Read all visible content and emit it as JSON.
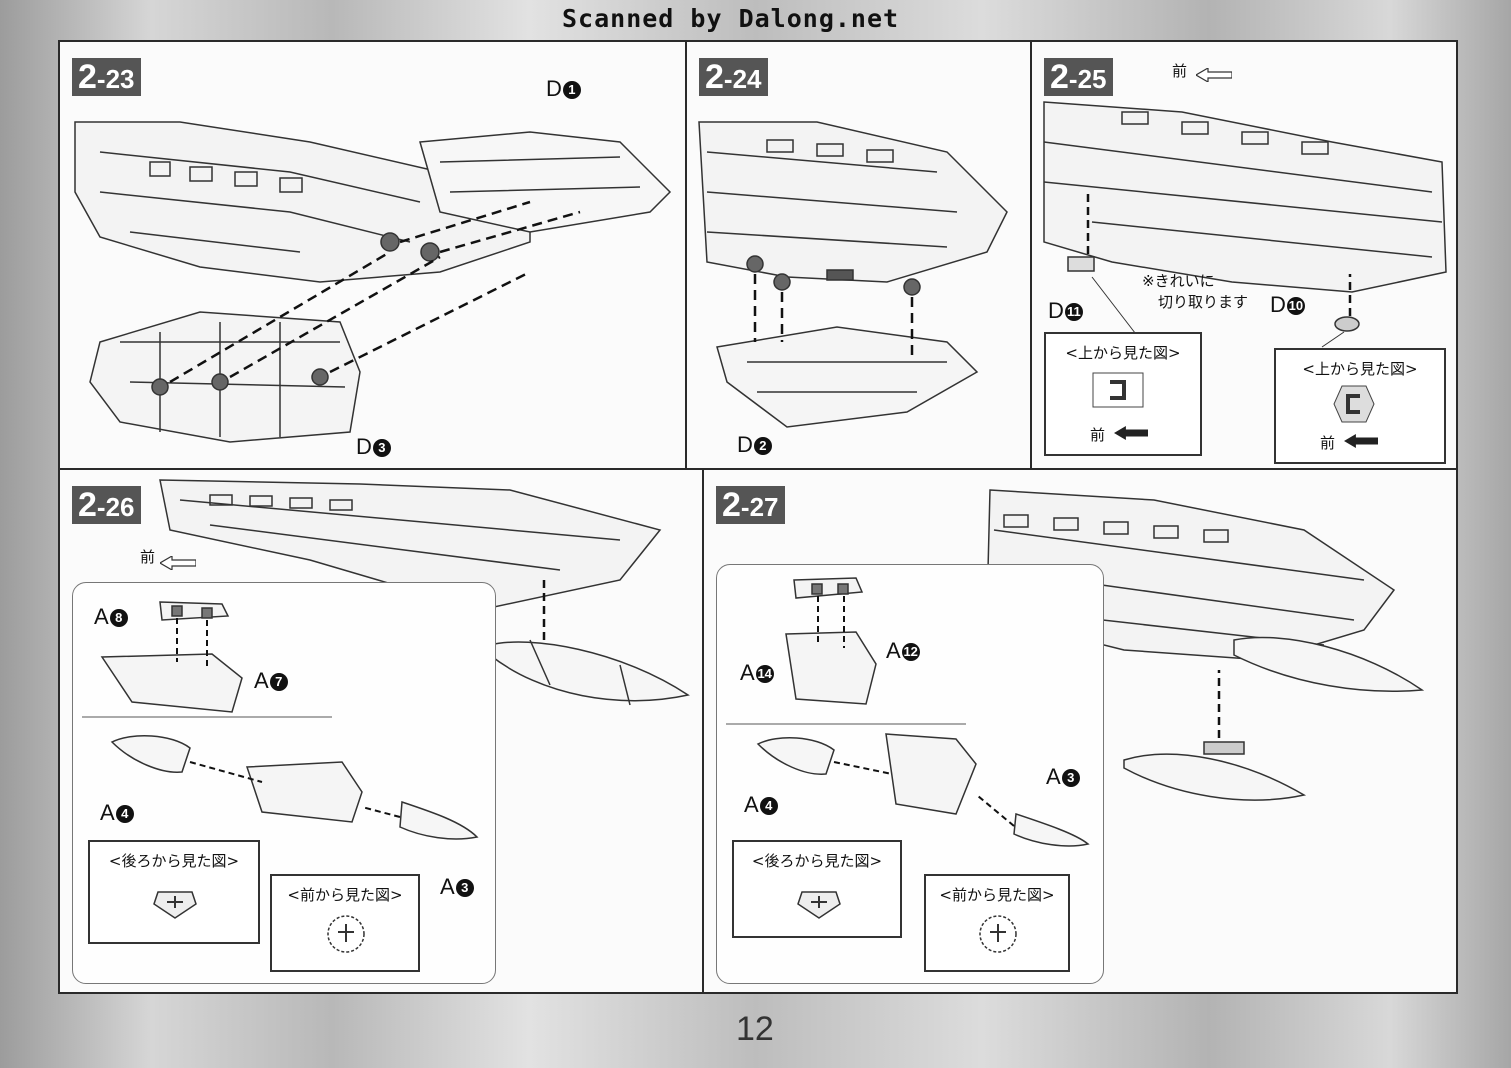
{
  "watermark": "Scanned by Dalong.net",
  "page_number": "12",
  "front_label": "前",
  "steps": [
    {
      "id": "2-23",
      "prefix": "2",
      "suffix": "-23",
      "parts": [
        {
          "letter": "D",
          "num": "1"
        },
        {
          "letter": "D",
          "num": "3"
        }
      ]
    },
    {
      "id": "2-24",
      "prefix": "2",
      "suffix": "-24",
      "parts": [
        {
          "letter": "D",
          "num": "2"
        }
      ]
    },
    {
      "id": "2-25",
      "prefix": "2",
      "suffix": "-25",
      "parts": [
        {
          "letter": "D",
          "num": "11"
        },
        {
          "letter": "D",
          "num": "10"
        }
      ],
      "note_line1": "※きれいに",
      "note_line2": "切り取ります",
      "view_title": "<上から見た図>"
    },
    {
      "id": "2-26",
      "prefix": "2",
      "suffix": "-26",
      "parts": [
        {
          "letter": "A",
          "num": "8"
        },
        {
          "letter": "A",
          "num": "7"
        },
        {
          "letter": "A",
          "num": "4"
        },
        {
          "letter": "A",
          "num": "3"
        }
      ],
      "rear_view": "<後ろから見た図>",
      "front_view": "<前から見た図>"
    },
    {
      "id": "2-27",
      "prefix": "2",
      "suffix": "-27",
      "parts": [
        {
          "letter": "A",
          "num": "12"
        },
        {
          "letter": "A",
          "num": "14"
        },
        {
          "letter": "A",
          "num": "4"
        },
        {
          "letter": "A",
          "num": "3"
        }
      ],
      "rear_view": "<後ろから見た図>",
      "front_view": "<前から見た図>"
    }
  ]
}
